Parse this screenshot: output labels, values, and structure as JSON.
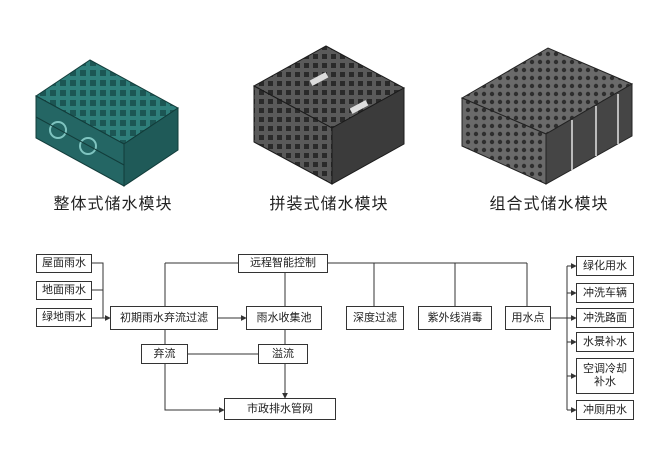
{
  "modules": [
    {
      "caption": "整体式储水模块",
      "color": "#2f7f7b"
    },
    {
      "caption": "拼装式储水模块",
      "color": "#4a4a4a"
    },
    {
      "caption": "组合式储水模块",
      "color": "#5a5a5a"
    }
  ],
  "flowchart": {
    "sources": [
      "屋面雨水",
      "地面雨水",
      "绿地雨水"
    ],
    "initial_filter": "初期雨水弃流过滤",
    "collection_pool": "雨水收集池",
    "remote_control": "远程智能控制",
    "deep_filter": "深度过滤",
    "uv_disinfection": "紫外线消毒",
    "water_point": "用水点",
    "discard": "弃流",
    "overflow": "溢流",
    "municipal_drain": "市政排水管网",
    "uses": [
      "绿化用水",
      "冲洗车辆",
      "冲洗路面",
      "水景补水",
      "空调冷却补水",
      "冲厕用水"
    ]
  }
}
